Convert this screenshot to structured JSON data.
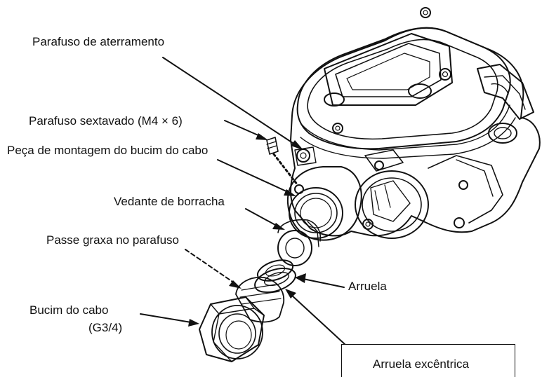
{
  "labels": {
    "grounding_screw": "Parafuso de aterramento",
    "hex_screw": "Parafuso sextavado (M4 × 6)",
    "mount_part": "Peça de montagem do bucim do cabo",
    "rubber_seal": "Vedante de borracha",
    "grease": "Passe graxa no parafuso",
    "washer": "Arruela",
    "gland_line1": "Bucim do cabo",
    "gland_line2": "(G3/4)",
    "eccentric_washer": "Arruela excêntrica"
  },
  "colors": {
    "line": "#111111",
    "background": "#ffffff"
  }
}
